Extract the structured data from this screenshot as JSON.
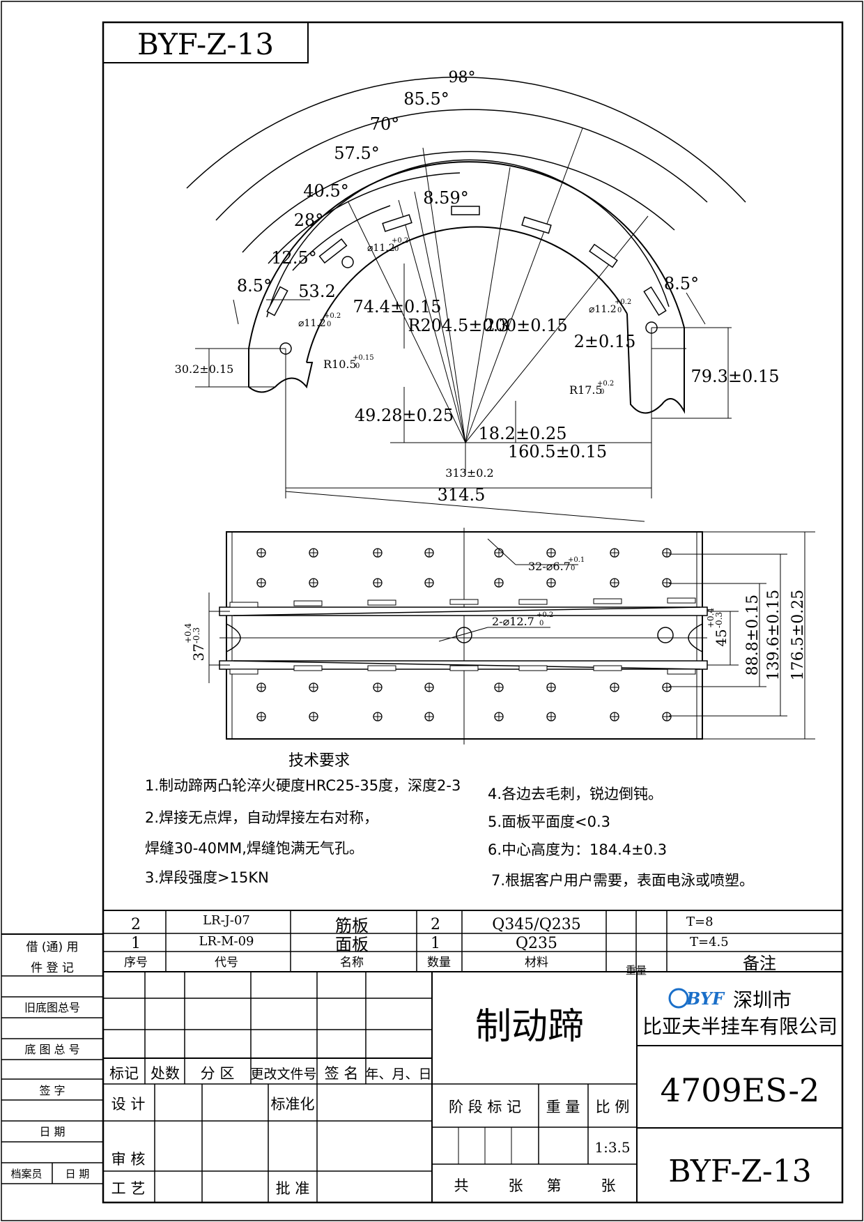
{
  "drawing_code": "BYF-Z-13",
  "dimensions": {
    "ang_98": "98°",
    "ang_85_5": "85.5°",
    "ang_70": "70°",
    "ang_57_5": "57.5°",
    "ang_40_5": "40.5°",
    "ang_28": "28°",
    "ang_12_5": "12.5°",
    "ang_8_5_left": "8.5°",
    "ang_8_59": "8.59°",
    "ang_8_5_right": "8.5°",
    "d_53_2": "53.2",
    "hole_left_top": "⌀11.2",
    "hole_left_bot": "⌀11.2",
    "hole_right": "⌀11.2",
    "tol_hole": "+0.2",
    "tol_hole_zero": "0",
    "d_74_4": "74.4±0.15",
    "r_204_5": "R204.5±0.3",
    "d_200": "200±0.15",
    "d_2": "2±0.15",
    "d_30_2": "30.2±0.15",
    "r_10_5": "R10.5",
    "tol_r10": "+0.15",
    "tol_r10_zero": "0",
    "r_17_5": "R17.5",
    "tol_r17": "+0.2",
    "tol_r17_zero": "0",
    "d_79_3": "79.3±0.15",
    "d_49_28": "49.28±0.25",
    "d_18_2": "18.2±0.25",
    "d_160_5": "160.5±0.15",
    "d_313": "313±0.2",
    "d_314_5": "314.5",
    "holes_32": "32-⌀6.7",
    "tol_32": "+0.1",
    "tol_32_zero": "0",
    "holes_2": "2-⌀12.7",
    "tol_2": "+0.2",
    "tol_2_zero": "0",
    "d_37": "37",
    "tol_37_up": "+0.4",
    "tol_37_dn": "-0.3",
    "d_45": "45",
    "tol_45_up": "+0.4",
    "tol_45_dn": "-0.3",
    "d_88_8": "88.8±0.15",
    "d_139_6": "139.6±0.15",
    "d_176_5": "176.5±0.25"
  },
  "requirements": {
    "title": "技术要求",
    "items_left": [
      "1.制动蹄两凸轮淬火硬度HRC25-35度，深度2-3",
      "2.焊接无点焊，自动焊接左右对称，",
      "焊缝30-40MM,焊缝饱满无气孔。",
      "3.焊段强度>15KN"
    ],
    "items_right": [
      "4.各边去毛刺，锐边倒钝。",
      "5.面板平面度<0.3",
      "6.中心高度为：184.4±0.3",
      "7.根据客户用户需要，表面电泳或喷塑。"
    ]
  },
  "bom": {
    "rows": [
      {
        "seq": "2",
        "code": "LR-J-07",
        "name": "筋板",
        "qty": "2",
        "material": "Q345/Q235",
        "remark": "T=8"
      },
      {
        "seq": "1",
        "code": "LR-M-09",
        "name": "面板",
        "qty": "1",
        "material": "Q235",
        "remark": "T=4.5"
      }
    ],
    "headers": {
      "seq": "序号",
      "code": "代号",
      "name": "名称",
      "qty": "数量",
      "material": "材料",
      "weight": "重量",
      "remark": "备注"
    }
  },
  "title_block": {
    "part_name": "制动蹄",
    "company_logo": "BYF",
    "company_city": "深圳市",
    "company_name": "比亚夫半挂车有限公司",
    "drawing_no": "4709ES-2",
    "drawing_code": "BYF-Z-13",
    "rev_headers": [
      "标记",
      "处数",
      "分 区",
      "更改文件号",
      "签 名",
      "年、月、日"
    ],
    "design": "设 计",
    "standardize": "标准化",
    "review": "审 核",
    "process": "工 艺",
    "approve": "批 准",
    "stage": "阶 段 标 记",
    "weight": "重 量",
    "scale": "比 例",
    "scale_value": "1:3.5",
    "sheet_total": "共",
    "sheet_unit1": "张",
    "sheet_no": "第",
    "sheet_unit2": "张"
  },
  "side_panel": {
    "borrow_top": "借 (通) 用",
    "borrow_bot": "件 登 记",
    "old_base": "旧底图总号",
    "base": "底 图 总 号",
    "sign": "签 字",
    "date": "日 期",
    "archivist": "档案员",
    "archive_date": "日 期"
  }
}
